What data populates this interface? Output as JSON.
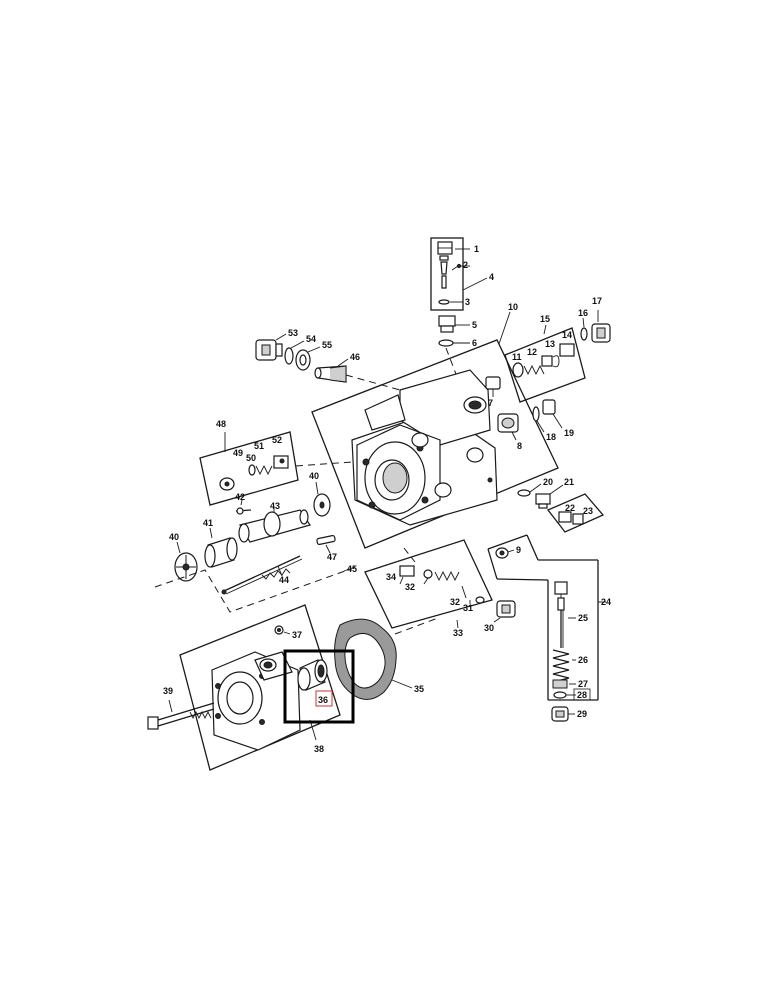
{
  "diagram": {
    "part_labels": {
      "l1": "1",
      "l2": "2",
      "l3": "3",
      "l4": "4",
      "l5": "5",
      "l6": "6",
      "l7": "7",
      "l8": "8",
      "l9": "9",
      "l10": "10",
      "l11": "11",
      "l12": "12",
      "l13": "13",
      "l14": "14",
      "l15": "15",
      "l16": "16",
      "l17": "17",
      "l18": "18",
      "l19": "19",
      "l20": "20",
      "l21": "21",
      "l22": "22",
      "l23": "23",
      "l24": "24",
      "l25": "25",
      "l26": "26",
      "l27": "27",
      "l28": "28",
      "l29": "29",
      "l30": "30",
      "l31": "31",
      "l32a": "32",
      "l32b": "32",
      "l33": "33",
      "l34": "34",
      "l35": "35",
      "l36": "36",
      "l37": "37",
      "l38": "38",
      "l39": "39",
      "l40a": "40",
      "l40b": "40",
      "l41": "41",
      "l42": "42",
      "l43": "43",
      "l44": "44",
      "l45": "45",
      "l46": "46",
      "l47": "47",
      "l48": "48",
      "l49": "49",
      "l50": "50",
      "l51": "51",
      "l52": "52",
      "l53": "53",
      "l54": "54",
      "l55": "55"
    },
    "highlighted_part": "36",
    "highlight_color": "#000000",
    "highlight_label_border": "#d03030"
  }
}
